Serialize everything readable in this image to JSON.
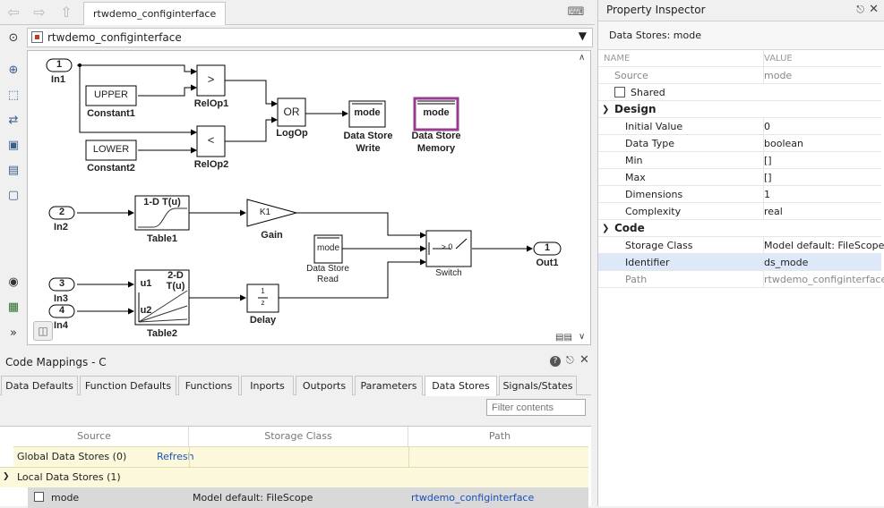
{
  "window": {
    "tab_title": "rtwdemo_configinterface",
    "address": "rtwdemo_configinterface"
  },
  "diagram": {
    "in1": "1",
    "in1_label": "In1",
    "in2": "2",
    "in2_label": "In2",
    "in3": "3",
    "in3_label": "In3",
    "in4": "4",
    "in4_label": "In4",
    "out1": "1",
    "out1_label": "Out1",
    "const1_value": "UPPER",
    "const1_label": "Constant1",
    "const2_value": "LOWER",
    "const2_label": "Constant2",
    "relop1_symbol": ">",
    "relop1_label": "RelOp1",
    "relop2_symbol": "<",
    "relop2_label": "RelOp2",
    "logop_symbol": "OR",
    "logop_label": "LogOp",
    "dsw_text": "mode",
    "dsw_label_1": "Data Store",
    "dsw_label_2": "Write",
    "dsm_text": "mode",
    "dsm_label_1": "Data Store",
    "dsm_label_2": "Memory",
    "table1_text": "1-D T(u)",
    "table1_label": "Table1",
    "gain_text": "K1",
    "gain_label": "Gain",
    "dsr_text": "mode",
    "dsr_label_1": "Data Store",
    "dsr_label_2": "Read",
    "switch_text": "> 0",
    "switch_label": "Switch",
    "table2_text_1": "2-D",
    "table2_text_2": "T(u)",
    "table2_u1": "u1",
    "table2_u2": "u2",
    "table2_label": "Table2",
    "delay_num": "1",
    "delay_den": "z",
    "delay_label": "Delay"
  },
  "code_mappings": {
    "title": "Code Mappings - C",
    "help": "?",
    "tabs": [
      "Data Defaults",
      "Function Defaults",
      "Functions",
      "Inports",
      "Outports",
      "Parameters",
      "Data Stores",
      "Signals/States"
    ],
    "active_tab": "Data Stores",
    "filter_placeholder": "Filter contents",
    "columns": [
      "Source",
      "Storage Class",
      "Path"
    ],
    "global_group": "Global Data Stores (0)",
    "refresh": "Refresh",
    "local_group": "Local Data Stores (1)",
    "row": {
      "source": "mode",
      "storage_class": "Model default: FileScope",
      "path": "rtwdemo_configinterface"
    }
  },
  "inspector": {
    "title": "Property Inspector",
    "subtitle": "Data Stores: mode",
    "col_name": "NAME",
    "col_value": "VALUE",
    "source_key": "Source",
    "source_value": "mode",
    "shared": "Shared",
    "design": "Design",
    "initial_value_key": "Initial Value",
    "initial_value": "0",
    "data_type_key": "Data Type",
    "data_type": "boolean",
    "min_key": "Min",
    "min": "[]",
    "max_key": "Max",
    "max": "[]",
    "dimensions_key": "Dimensions",
    "dimensions": "1",
    "complexity_key": "Complexity",
    "complexity": "real",
    "code": "Code",
    "storage_class_key": "Storage Class",
    "storage_class": "Model default: FileScope",
    "identifier_key": "Identifier",
    "identifier": "ds_mode",
    "path_key": "Path",
    "path": "rtwdemo_configinterface"
  },
  "colors": {
    "accent": "#1a4fb5",
    "selected_row": "#dde8f8",
    "group_bg": "#fbf8dc",
    "dsm_border": "#9b3a8f"
  }
}
